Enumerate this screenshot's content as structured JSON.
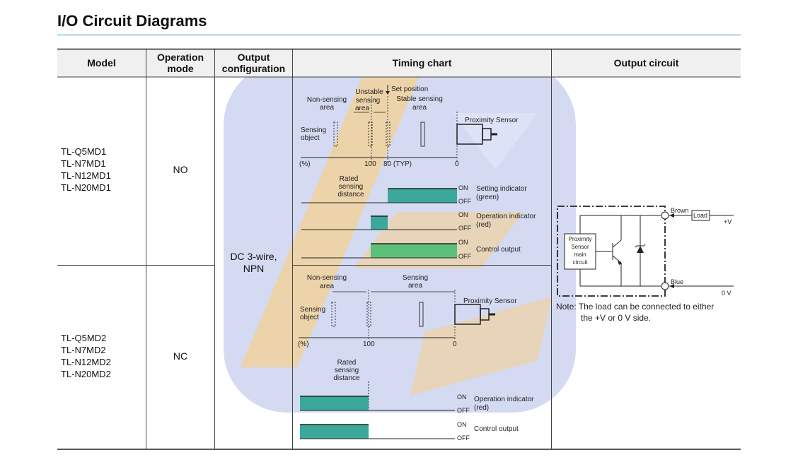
{
  "title": "I/O Circuit Diagrams",
  "headers": {
    "model": "Model",
    "operation_mode_1": "Operation",
    "operation_mode_2": "mode",
    "output_config_1": "Output",
    "output_config_2": "configuration",
    "timing_chart": "Timing chart",
    "output_circuit": "Output circuit"
  },
  "rows": [
    {
      "models": [
        "TL-Q5MD1",
        "TL-N7MD1",
        "TL-N12MD1",
        "TL-N20MD1"
      ],
      "mode": "NO"
    },
    {
      "models": [
        "TL-Q5MD2",
        "TL-N7MD2",
        "TL-N12MD2",
        "TL-N20MD2"
      ],
      "mode": "NC"
    }
  ],
  "output_configuration": {
    "line1": "DC 3-wire,",
    "line2": "NPN"
  },
  "timing_no": {
    "non_sensing_1": "Non-sensing",
    "non_sensing_2": "area",
    "unstable_1": "Unstable",
    "unstable_2": "sensing",
    "unstable_3": "area",
    "set_position": "Set position",
    "stable_1": "Stable sensing",
    "stable_2": "area",
    "sensing_object_1": "Sensing",
    "sensing_object_2": "object",
    "proximity_sensor": "Proximity Sensor",
    "percent": "(%)",
    "tick_100": "100",
    "tick_80": "80 (TYP)",
    "tick_0": "0",
    "rated_1": "Rated",
    "rated_2": "sensing",
    "rated_3": "distance",
    "on": "ON",
    "off": "OFF",
    "setting_indicator_1": "Setting indicator",
    "setting_indicator_2": "(green)",
    "operation_indicator_1": "Operation indicator",
    "operation_indicator_2": "(red)",
    "control_output": "Control output"
  },
  "timing_nc": {
    "non_sensing_1": "Non-sensing",
    "non_sensing_2": "area",
    "sensing_1": "Sensing",
    "sensing_2": "area",
    "sensing_object_1": "Sensing",
    "sensing_object_2": "object",
    "proximity_sensor": "Proximity Sensor",
    "percent": "(%)",
    "tick_100": "100",
    "tick_0": "0",
    "rated_1": "Rated",
    "rated_2": "sensing",
    "rated_3": "distance",
    "on": "ON",
    "off": "OFF",
    "operation_indicator_1": "Operation indicator",
    "operation_indicator_2": "(red)",
    "control_output": "Control output"
  },
  "circuit": {
    "brown": "Brown",
    "blue": "Blue",
    "load": "Load",
    "plus_v": "+V",
    "zero_v": "0 V",
    "main_1": "Proximity",
    "main_2": "Sensor",
    "main_3": "main",
    "main_4": "circuit",
    "note_1": "Note: The load can be connected to either",
    "note_2": "the +V or 0 V side."
  },
  "colors": {
    "signal_fill": "#3aa89a",
    "signal_fill_light": "#5cbf7a",
    "rule_blue": "#2a8fd0",
    "watermark_blue": "#b9c3e8",
    "watermark_orange": "#f5c77a"
  }
}
